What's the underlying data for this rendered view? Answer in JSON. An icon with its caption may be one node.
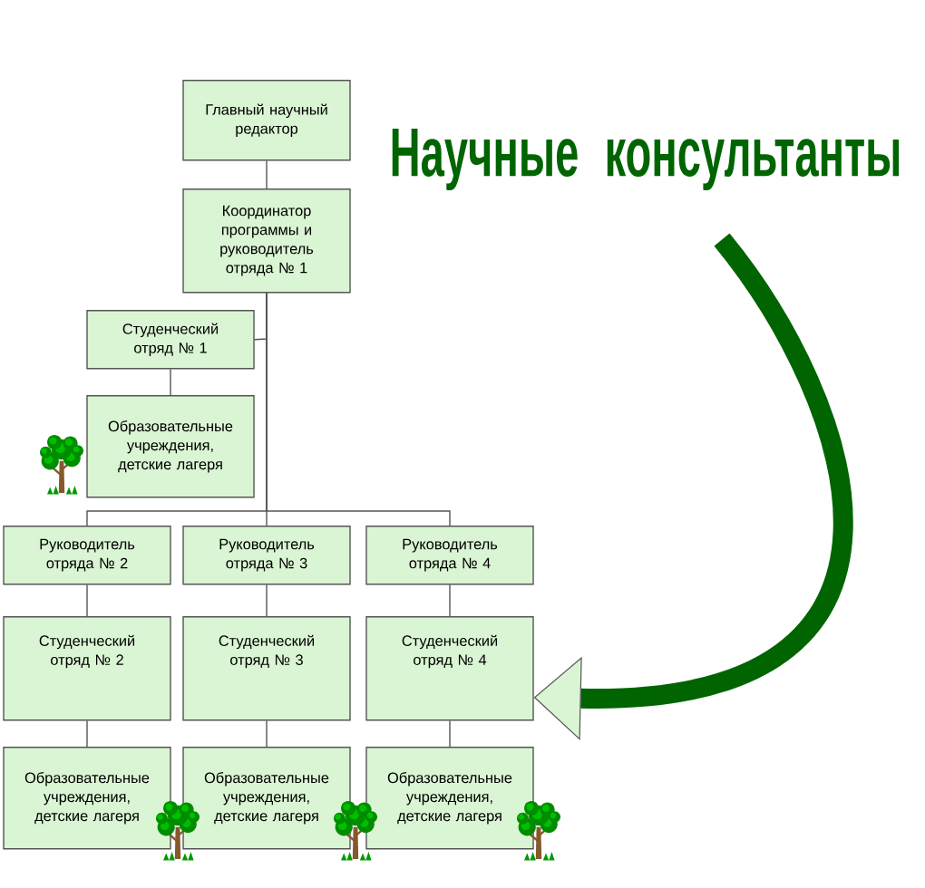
{
  "diagram": {
    "nodes": [
      {
        "text": [
          "Научные консультанты"
        ]
      },
      {
        "text": [
          "Главный научный редактор"
        ]
      },
      {
        "text": [
          "Координатор программы и руководитель отряда № 1"
        ]
      },
      {
        "text": [
          "Студенческий отряд № 1"
        ]
      },
      {
        "text": [
          "Образовательные учреждения, детские лагеря"
        ]
      },
      {
        "text": [
          "Руководитель отряда № 2"
        ]
      },
      {
        "text": [
          "Руководитель отряда № 3"
        ]
      },
      {
        "text": [
          "Руководитель отряда № 4"
        ]
      },
      {
        "text": [
          "Студенческий отряд № 2"
        ]
      },
      {
        "text": [
          "Студенческий отряд № 3"
        ]
      },
      {
        "text": [
          "Студенческий отряд № 4"
        ]
      },
      {
        "text": [
          "Образовательные учреждения, детские лагеря"
        ]
      },
      {
        "text": [
          "Образовательные учреждения, детские лагеря"
        ]
      },
      {
        "text": [
          "Образовательные учреждения, детские лагеря"
        ]
      }
    ],
    "edges": [
      {
        "from": 1,
        "to": 2,
        "arrow": "none"
      },
      {
        "from": 2,
        "to": 3,
        "arrow": "none"
      },
      {
        "from": 3,
        "to": 4,
        "arrow": "none"
      },
      {
        "from": 2,
        "to": 5,
        "arrow": "none"
      },
      {
        "from": 2,
        "to": 6,
        "arrow": "none"
      },
      {
        "from": 2,
        "to": 7,
        "arrow": "none"
      },
      {
        "from": 5,
        "to": 8,
        "arrow": "none"
      },
      {
        "from": 6,
        "to": 9,
        "arrow": "none"
      },
      {
        "from": 7,
        "to": 10,
        "arrow": "none"
      },
      {
        "from": 8,
        "to": 11,
        "arrow": "none"
      },
      {
        "from": 9,
        "to": 12,
        "arrow": "none"
      },
      {
        "from": 10,
        "to": 13,
        "arrow": "none"
      },
      {
        "from": 0,
        "to": 10,
        "arrow": "to",
        "style": "thick",
        "color": "#006400"
      }
    ]
  }
}
